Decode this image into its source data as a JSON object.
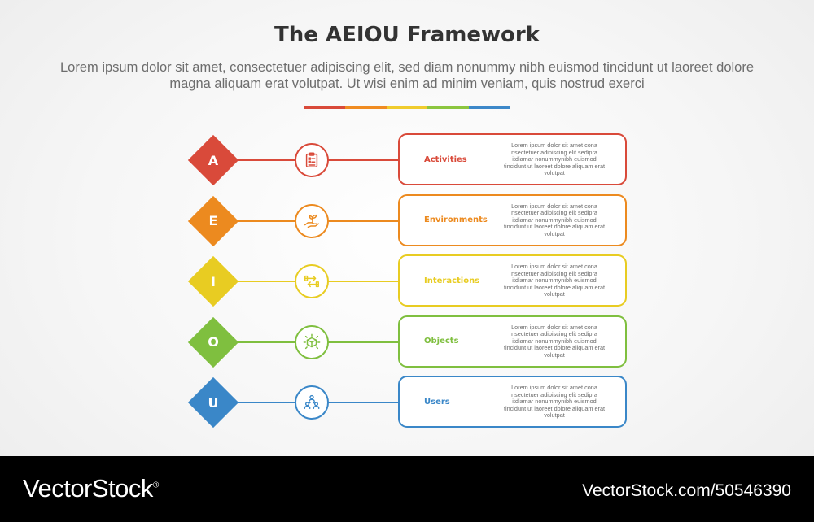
{
  "title": "The AEIOU Framework",
  "subtitle": "Lorem ipsum dolor sit amet, consectetuer adipiscing elit, sed diam nonummy nibh euismod tincidunt ut laoreet dolore magna aliquam erat volutpat. Ut wisi enim ad minim veniam, quis nostrud exerci",
  "divider_colors": [
    "#d94a3a",
    "#f08c22",
    "#f0cc2e",
    "#8cc63f",
    "#3d88c9"
  ],
  "rows": [
    {
      "letter": "A",
      "label": "Activities",
      "color": "#d94a3a",
      "icon": "clipboard-icon",
      "description": "Lorem ipsum dolor sit amet cona nsectetuer adipiscing elit sedipra itdiamar nonummynibh euismod tincidunt ut laoreet dolore aliquam erat volutpat"
    },
    {
      "letter": "E",
      "label": "Environments",
      "color": "#ec8a1f",
      "icon": "plant-hand-icon",
      "description": "Lorem ipsum dolor sit amet cona nsectetuer adipiscing elit sedipra itdiamar nonummynibh euismod tincidunt ut laoreet dolore aliquam erat volutpat"
    },
    {
      "letter": "I",
      "label": "Interactions",
      "color": "#e8cc22",
      "icon": "exchange-arrows-icon",
      "description": "Lorem ipsum dolor sit amet cona nsectetuer adipiscing elit sedipra itdiamar nonummynibh euismod tincidunt ut laoreet dolore aliquam erat volutpat"
    },
    {
      "letter": "O",
      "label": "Objects",
      "color": "#7fbf3f",
      "icon": "box-icon",
      "description": "Lorem ipsum dolor sit amet cona nsectetuer adipiscing elit sedipra itdiamar nonummynibh euismod tincidunt ut laoreet dolore aliquam erat volutpat"
    },
    {
      "letter": "U",
      "label": "Users",
      "color": "#3a87c8",
      "icon": "users-icon",
      "description": "Lorem ipsum dolor sit amet cona nsectetuer adipiscing elit sedipra itdiamar nonummynibh euismod tincidunt ut laoreet dolore aliquam erat volutpat"
    }
  ],
  "footer": {
    "brand": "VectorStock",
    "registered": "®",
    "stock_id": "VectorStock.com/50546390"
  }
}
